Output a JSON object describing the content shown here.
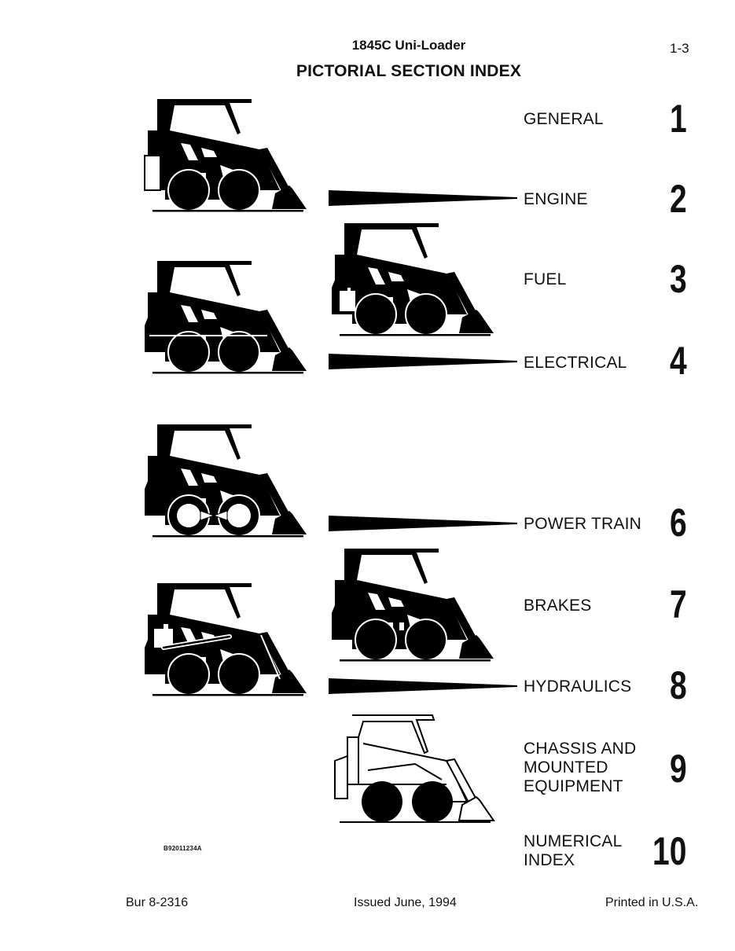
{
  "header": {
    "document_title": "1845C Uni-Loader",
    "page_number": "1-3",
    "section_heading": "PICTORIAL SECTION INDEX"
  },
  "sections": [
    {
      "label": "GENERAL",
      "number": "1"
    },
    {
      "label": "ENGINE",
      "number": "2"
    },
    {
      "label": "FUEL",
      "number": "3"
    },
    {
      "label": "ELECTRICAL",
      "number": "4"
    },
    {
      "label": "POWER TRAIN",
      "number": "6"
    },
    {
      "label": "BRAKES",
      "number": "7"
    },
    {
      "label": "HYDRAULICS",
      "number": "8"
    },
    {
      "label_lines": [
        "CHASSIS AND",
        "MOUNTED",
        "EQUIPMENT"
      ],
      "number": "9"
    },
    {
      "label_lines": [
        "NUMERICAL",
        "INDEX"
      ],
      "number": "10"
    }
  ],
  "illustrations": [
    {
      "name": "loader-general",
      "section": "GENERAL"
    },
    {
      "name": "loader-fuel",
      "section": "FUEL"
    },
    {
      "name": "loader-electrical",
      "section": "ELECTRICAL"
    },
    {
      "name": "loader-power-train",
      "section": "POWER TRAIN"
    },
    {
      "name": "loader-brakes",
      "section": "BRAKES"
    },
    {
      "name": "loader-hydraulics",
      "section": "HYDRAULICS"
    },
    {
      "name": "loader-chassis-outline",
      "section": "CHASSIS AND MOUNTED EQUIPMENT"
    }
  ],
  "figure_code": "B92011234A",
  "footer": {
    "left": "Bur 8-2316",
    "center": "Issued June, 1994",
    "right": "Printed in U.S.A."
  }
}
